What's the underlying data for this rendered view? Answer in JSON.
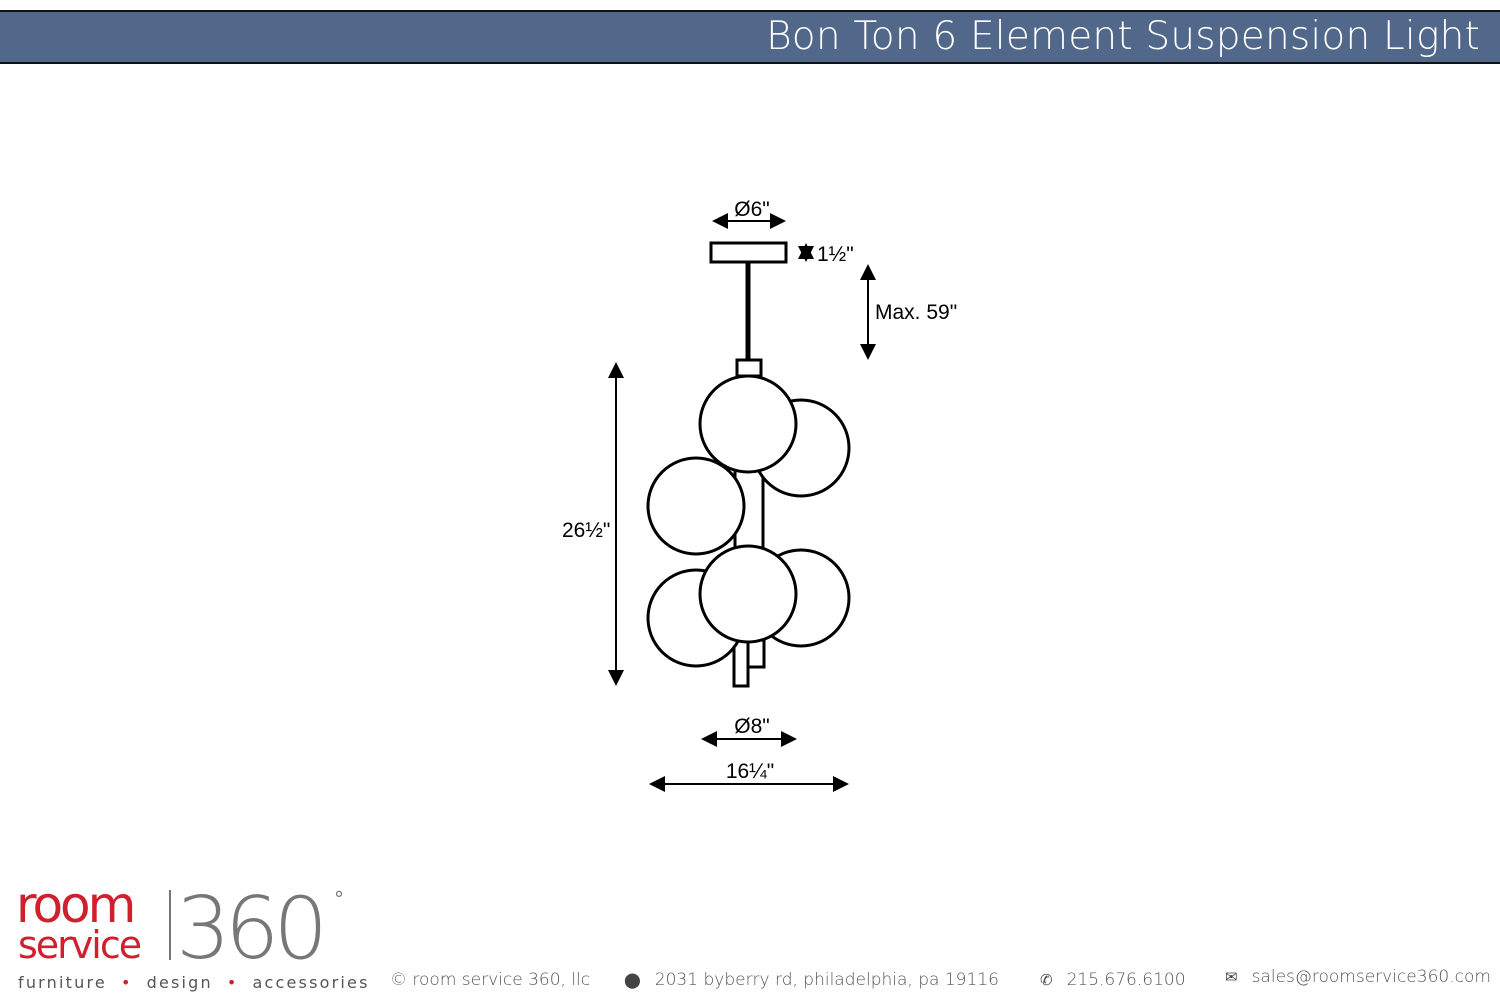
{
  "header": {
    "title": "Bon Ton 6 Element Suspension Light"
  },
  "dimensions": {
    "canopy_diameter": "Ø6\"",
    "canopy_height": "1½\"",
    "cable_length": "Max. 59\"",
    "fixture_height": "26½\"",
    "globe_diameter": "Ø8\"",
    "fixture_width": "16¼\""
  },
  "logo": {
    "line1": "room",
    "line2": "service",
    "number": "360",
    "degree": "°"
  },
  "footer": {
    "tagline": [
      "furniture",
      "design",
      "accessories"
    ],
    "copyright": "© room service 360, llc",
    "address": "2031 byberry rd, philadelphia, pa 19116",
    "phone": "215.676.6100",
    "email": "sales@roomservice360.com"
  },
  "colors": {
    "header": "#52688a",
    "brand_red": "#d0202e",
    "brand_gray": "#777777"
  }
}
